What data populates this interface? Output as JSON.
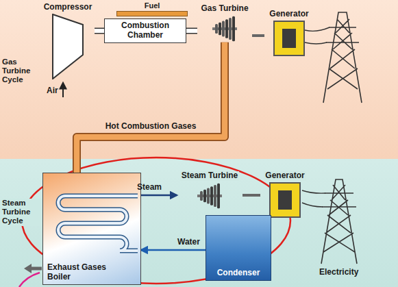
{
  "diagram": {
    "nodes": [
      {
        "text": [
          "Gas Turbine Cycle"
        ]
      },
      {
        "text": [
          "Compressor"
        ],
        "in": 0
      },
      {
        "text": [
          "Fuel"
        ],
        "in": 0
      },
      {
        "text": [
          "Combustion Chamber"
        ],
        "in": 0
      },
      {
        "text": [
          "Gas Turbine"
        ],
        "in": 0
      },
      {
        "text": [
          "Generator"
        ],
        "in": 0
      },
      {
        "text": [
          "Steam Turbine Cycle"
        ]
      },
      {
        "text": [
          "Exhaust Gases",
          "Boiler"
        ],
        "in": 6
      },
      {
        "text": [
          "Steam Turbine"
        ],
        "in": 6
      },
      {
        "text": [
          "Generator"
        ],
        "in": 6
      },
      {
        "text": [
          "Condenser"
        ],
        "in": 6
      }
    ],
    "edges": [
      {
        "from": 1,
        "to": 3,
        "arrow": "none"
      },
      {
        "from": 3,
        "to": 4,
        "arrow": "none"
      },
      {
        "from": 4,
        "to": 5,
        "arrow": "none"
      },
      {
        "from": 4,
        "to": 7,
        "label": "Hot Combustion Gases",
        "arrow": "none"
      },
      {
        "from": 7,
        "to": 8,
        "label": "Steam",
        "arrow": "to"
      },
      {
        "from": 10,
        "to": 7,
        "label": "Water",
        "arrow": "to"
      },
      {
        "from": 8,
        "to": 9,
        "arrow": "none"
      }
    ],
    "labels": [
      "Air",
      "Electricity"
    ]
  }
}
